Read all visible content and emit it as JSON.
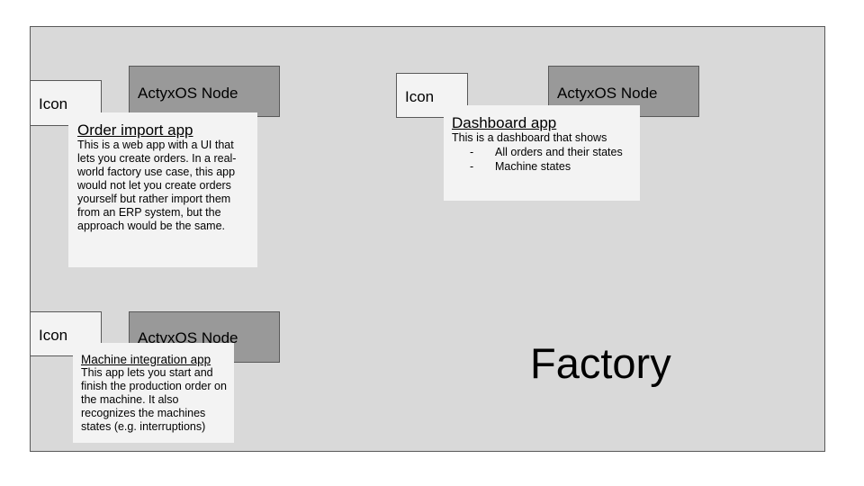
{
  "factory": {
    "label": "Factory"
  },
  "order_import": {
    "node_label": "ActyxOS Node",
    "icon_label": "Icon",
    "title": "Order import app",
    "body": "This is a web app with a UI that lets you create orders. In a real-world factory use case, this app would not let you create orders yourself but rather import them from an ERP system, but the approach would be the same."
  },
  "dashboard": {
    "node_label": "ActyxOS Node",
    "icon_label": "Icon",
    "title": "Dashboard app",
    "intro": "This is a dashboard that shows",
    "bullets": [
      {
        "dash": "-",
        "text": "All orders and their states"
      },
      {
        "dash": "-",
        "text": "Machine states"
      }
    ]
  },
  "machine_integration": {
    "node_label": "ActyxOS Node",
    "icon_label": "Icon",
    "title": "Machine integration app",
    "body": "This app lets you start and finish the production order on the machine. It also recognizes the machines states (e.g. interruptions)"
  },
  "colors": {
    "factory_bg": "#d9d9d9",
    "node_bg": "#999999",
    "card_bg": "#f3f3f3",
    "border": "#595959"
  }
}
